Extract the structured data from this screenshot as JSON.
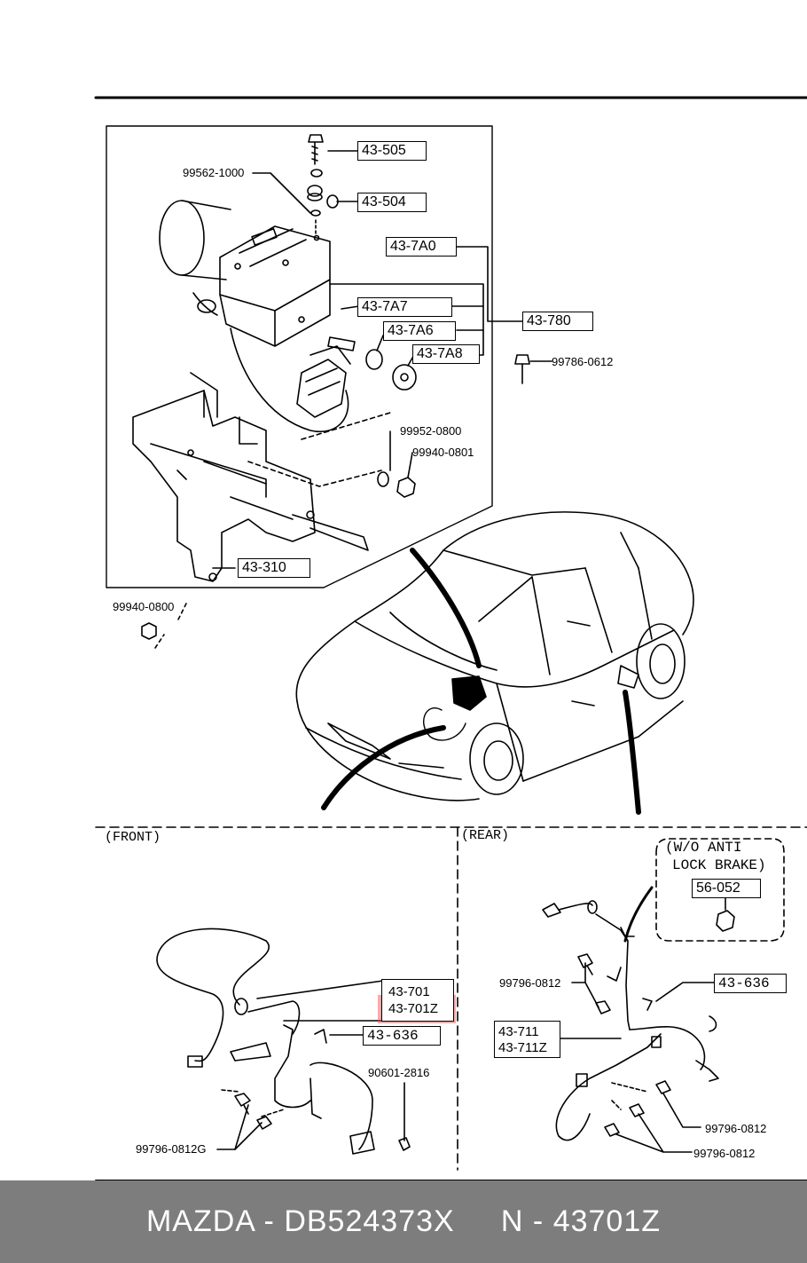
{
  "labels": {
    "p43_505": "43-505",
    "p99562": "99562-1000",
    "p43_504": "43-504",
    "p43_7A0": "43-7A0",
    "p43_7A7": "43-7A7",
    "p43_780": "43-780",
    "p43_7A6": "43-7A6",
    "p43_7A8": "43-7A8",
    "p99786": "99786-0612",
    "p99952": "99952-0800",
    "p99940a": "99940-0801",
    "p43_310": "43-310",
    "p99940b": "99940-0800",
    "front": "(FRONT)",
    "rear": "(REAR)",
    "wo_line1": "(W/O ANTI",
    "wo_line2": "LOCK BRAKE)",
    "p56_052": "56-052",
    "p43_701": "43-701",
    "p43_701Z": "43-701Z",
    "p43_636_front": "43-636",
    "p43_636_rear": "43-636",
    "p90601": "90601-2816",
    "p99796G": "99796-0812G",
    "p99796_r1": "99796-0812",
    "p43_711": "43-711",
    "p43_711Z": "43-711Z",
    "p99796_r2": "99796-0812",
    "p99796_r3": "99796-0812"
  },
  "footer": {
    "text": "MAZDA - DB524373X     N - 43701Z"
  },
  "colors": {
    "highlight": "#ff3c3c",
    "footer_bg": "#7d7d7d",
    "ink": "#000000"
  }
}
